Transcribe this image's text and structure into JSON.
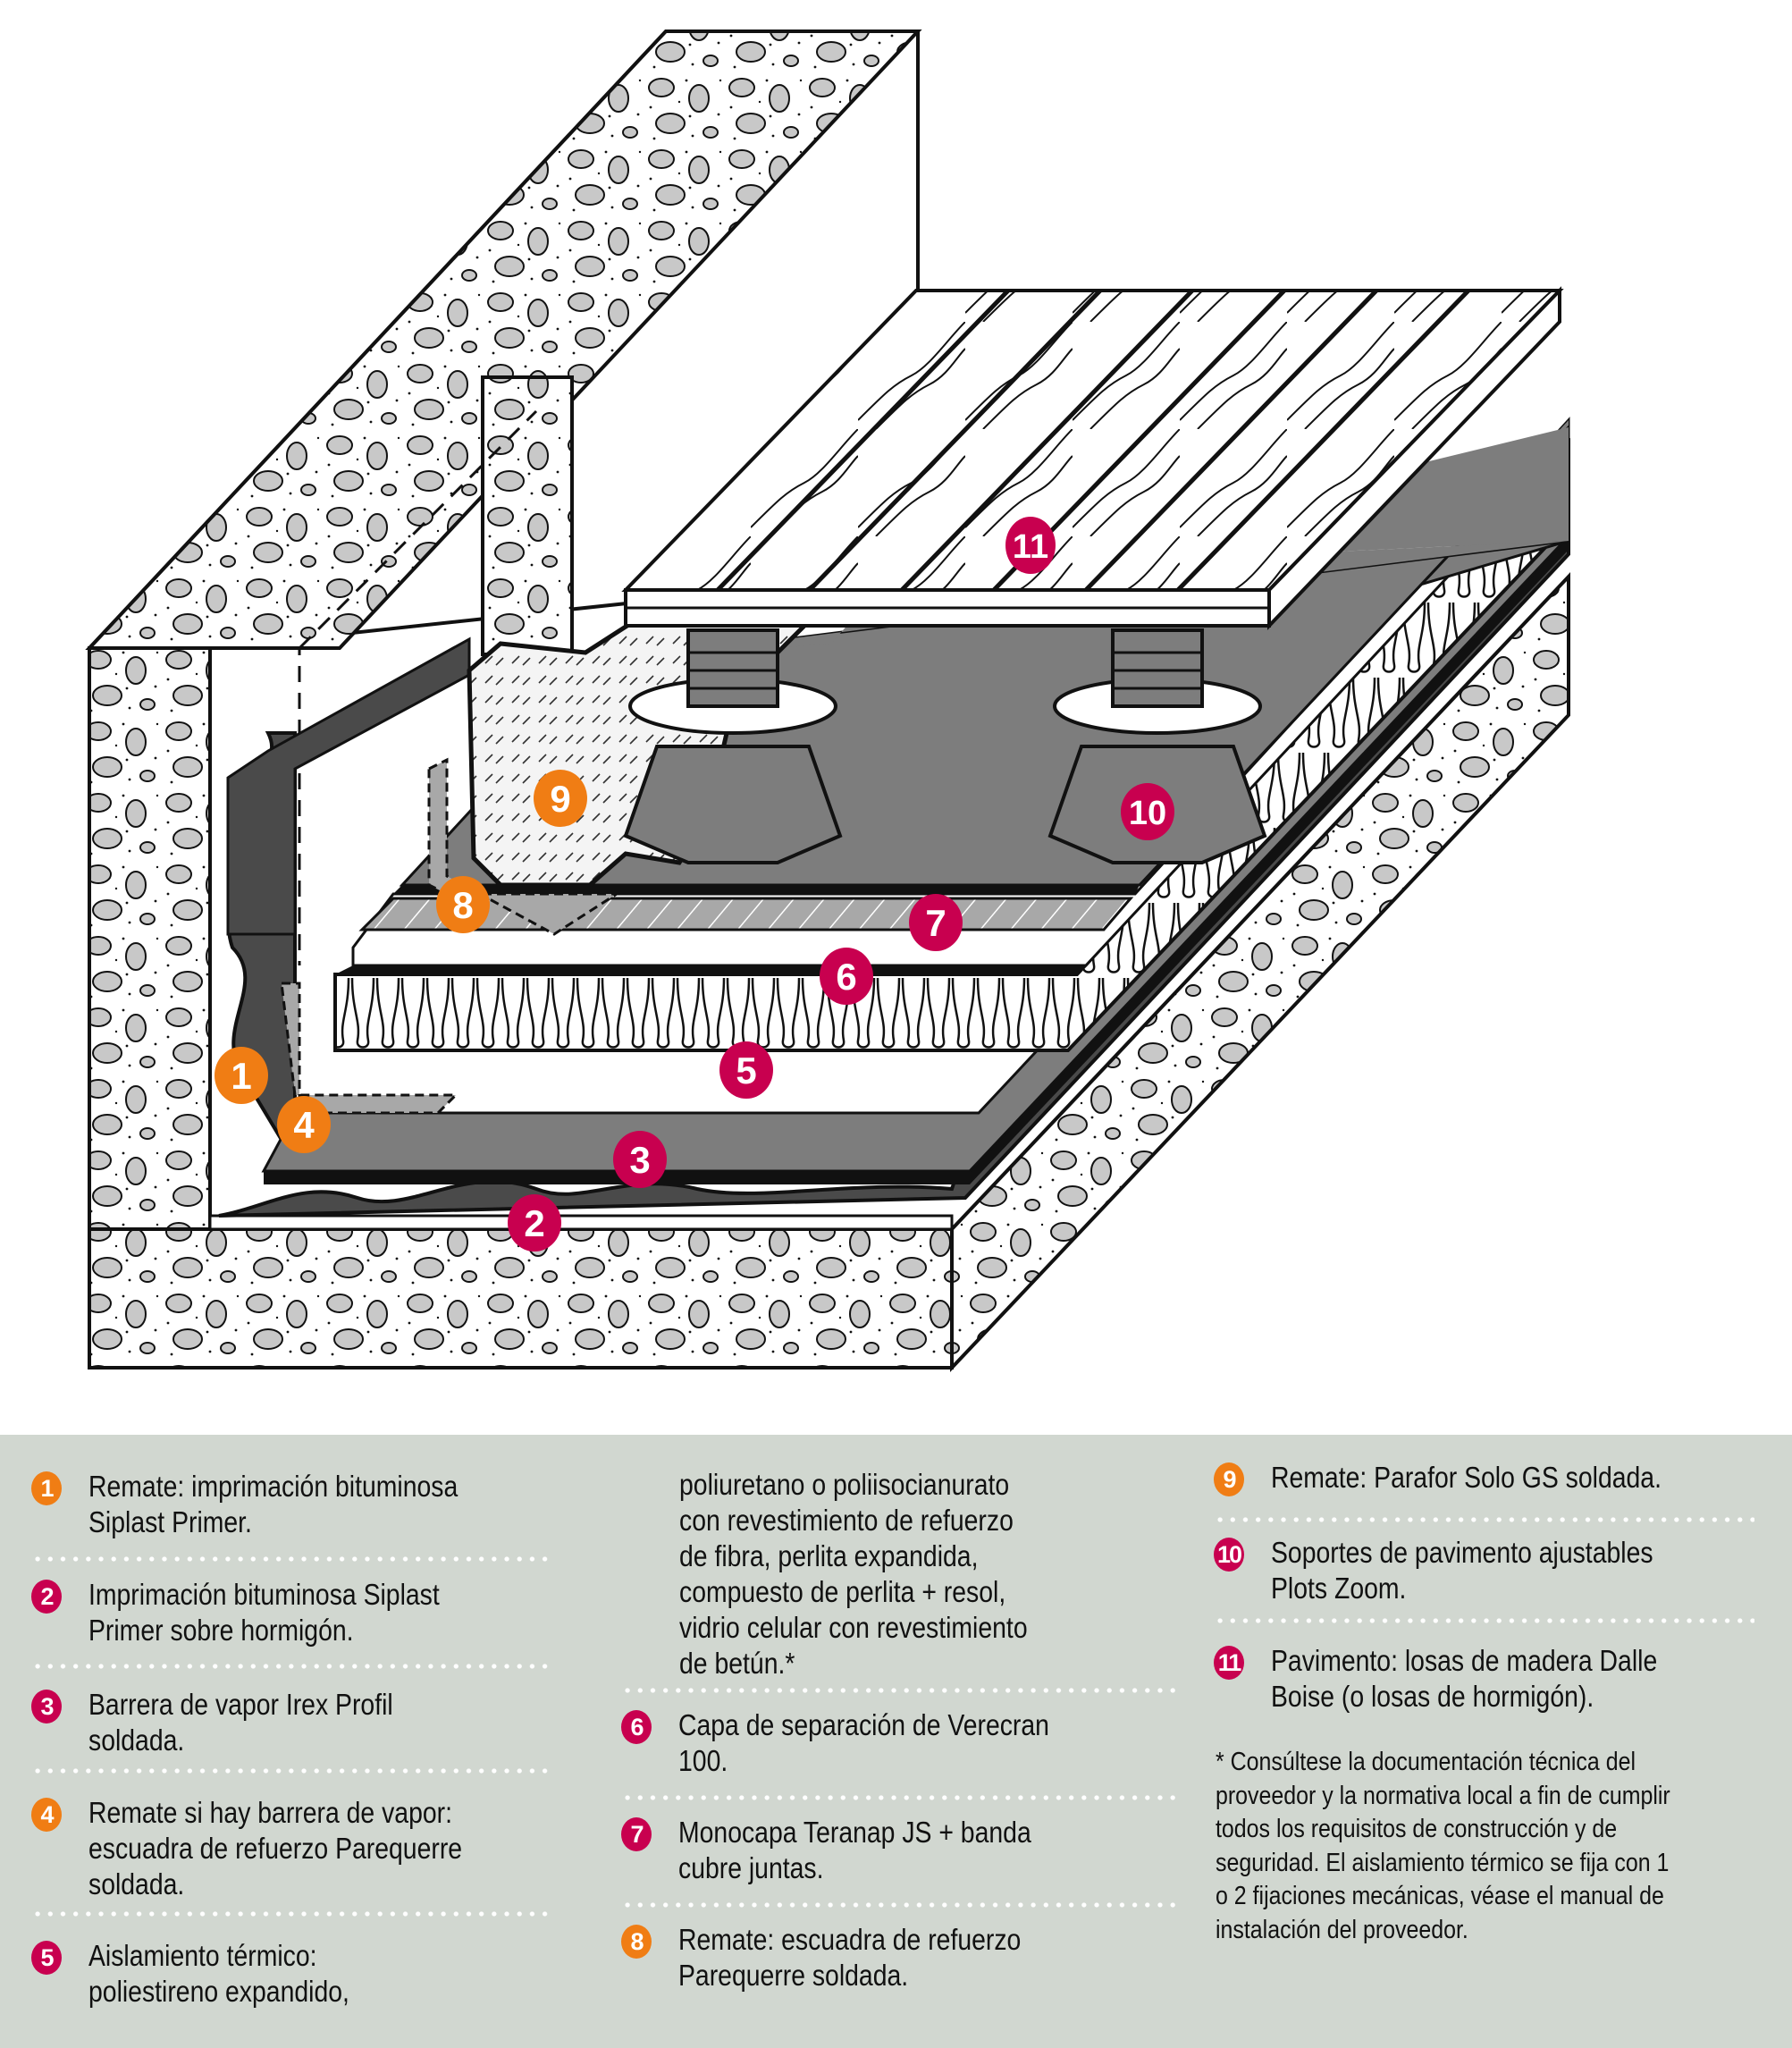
{
  "diagram": {
    "title": "Cubierta invertida con pavimento sobre soportes",
    "callouts": [
      {
        "num": "1",
        "color": "orange"
      },
      {
        "num": "2",
        "color": "crimson"
      },
      {
        "num": "3",
        "color": "crimson"
      },
      {
        "num": "4",
        "color": "orange"
      },
      {
        "num": "5",
        "color": "crimson"
      },
      {
        "num": "6",
        "color": "crimson"
      },
      {
        "num": "7",
        "color": "crimson"
      },
      {
        "num": "8",
        "color": "orange"
      },
      {
        "num": "9",
        "color": "orange"
      },
      {
        "num": "10",
        "color": "crimson"
      },
      {
        "num": "11",
        "color": "crimson"
      }
    ],
    "layers": [
      "concrete-slab",
      "primer",
      "vapour-barrier",
      "insulation",
      "separation-layer",
      "waterproof-membrane",
      "pedestals",
      "wood-deck"
    ]
  },
  "colors": {
    "orange": "#f07d14",
    "crimson": "#c8004f",
    "legend_bg": "#d1d7d0",
    "membrane_dark": "#4a4a4a",
    "membrane_mid": "#7d7d7d",
    "membrane_light": "#a8a8a8",
    "aggregate": "#c8c8c8"
  },
  "legend": {
    "items": [
      {
        "num": "1",
        "color": "orange",
        "lines": [
          "Remate: imprimación bituminosa",
          "Siplast Primer."
        ]
      },
      {
        "num": "2",
        "color": "crimson",
        "lines": [
          "Imprimación bituminosa Siplast",
          "Primer sobre hormigón."
        ]
      },
      {
        "num": "3",
        "color": "crimson",
        "lines": [
          "Barrera de vapor Irex Profil",
          "soldada."
        ]
      },
      {
        "num": "4",
        "color": "orange",
        "lines": [
          "Remate si hay barrera de vapor:",
          "escuadra de refuerzo Parequerre",
          "soldada."
        ]
      },
      {
        "num": "5",
        "color": "crimson",
        "lines": [
          "Aislamiento térmico:",
          "poliestireno expandido,"
        ]
      },
      {
        "num": "5-cont",
        "color": "",
        "lines": [
          "poliuretano o poliisocianurato",
          "con revestimiento de refuerzo",
          "de fibra, perlita expandida,",
          "compuesto de perlita + resol,",
          "vidrio celular con revestimiento",
          "de betún.*"
        ]
      },
      {
        "num": "6",
        "color": "crimson",
        "lines": [
          "Capa de separación de Verecran",
          "100."
        ]
      },
      {
        "num": "7",
        "color": "crimson",
        "lines": [
          "Monocapa Teranap JS + banda",
          "cubre juntas."
        ]
      },
      {
        "num": "8",
        "color": "orange",
        "lines": [
          "Remate: escuadra de refuerzo",
          "Parequerre soldada."
        ]
      },
      {
        "num": "9",
        "color": "orange",
        "lines": [
          "Remate: Parafor Solo GS soldada."
        ]
      },
      {
        "num": "10",
        "color": "crimson",
        "lines": [
          "Soportes de pavimento ajustables",
          "Plots Zoom."
        ]
      },
      {
        "num": "11",
        "color": "crimson",
        "lines": [
          "Pavimento: losas de madera Dalle",
          "Boise (o losas de hormigón)."
        ]
      }
    ],
    "footnote": [
      "* Consúltese la documentación técnica del",
      "proveedor y la normativa local a fin de cumplir",
      "todos los requisitos de construcción y de",
      "seguridad. El aislamiento térmico se fija con 1",
      "o 2 fijaciones mecánicas, véase el manual de",
      "instalación del proveedor."
    ]
  }
}
